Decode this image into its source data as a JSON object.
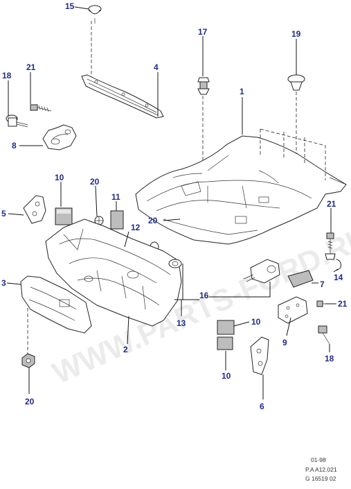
{
  "watermark": "WWW.PARTS-FORD.RU",
  "callouts": [
    {
      "id": "c15",
      "label": "15"
    },
    {
      "id": "c17",
      "label": "17"
    },
    {
      "id": "c19",
      "label": "19"
    },
    {
      "id": "c18a",
      "label": "18"
    },
    {
      "id": "c21a",
      "label": "21"
    },
    {
      "id": "c4",
      "label": "4"
    },
    {
      "id": "c1",
      "label": "1"
    },
    {
      "id": "c8",
      "label": "8"
    },
    {
      "id": "c10a",
      "label": "10"
    },
    {
      "id": "c20a",
      "label": "20"
    },
    {
      "id": "c11",
      "label": "11"
    },
    {
      "id": "c5",
      "label": "5"
    },
    {
      "id": "c12",
      "label": "12"
    },
    {
      "id": "c20b",
      "label": "20"
    },
    {
      "id": "c21b",
      "label": "21"
    },
    {
      "id": "c14",
      "label": "14"
    },
    {
      "id": "c3",
      "label": "3"
    },
    {
      "id": "c16",
      "label": "16"
    },
    {
      "id": "c7",
      "label": "7"
    },
    {
      "id": "c13",
      "label": "13"
    },
    {
      "id": "c21c",
      "label": "21"
    },
    {
      "id": "c10b",
      "label": "10"
    },
    {
      "id": "c9",
      "label": "9"
    },
    {
      "id": "c2",
      "label": "2"
    },
    {
      "id": "c18b",
      "label": "18"
    },
    {
      "id": "c10c",
      "label": "10"
    },
    {
      "id": "c6",
      "label": "6"
    },
    {
      "id": "c20c",
      "label": "20"
    }
  ],
  "reference": {
    "date": "01-98",
    "code1": "P.A A12.021",
    "code2": "G 16519 02"
  }
}
